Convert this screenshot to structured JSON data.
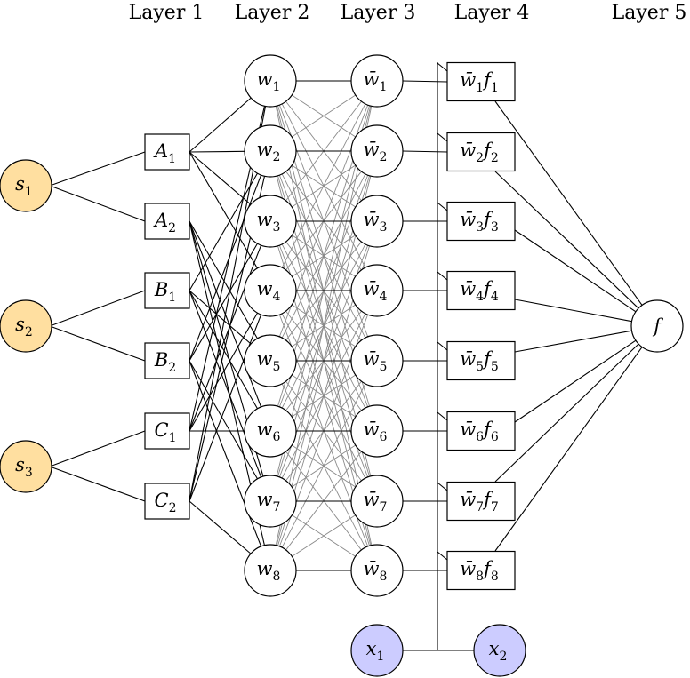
{
  "layers": [
    "Layer 1",
    "Layer 2",
    "Layer 3",
    "Layer 4",
    "Layer 5"
  ],
  "colors": {
    "source": "#ffdfa0",
    "input": "#ccccff",
    "plain": "#ffffff",
    "crossEdge": "#8a8a8a"
  },
  "sources": [
    {
      "base": "s",
      "sub": "1"
    },
    {
      "base": "s",
      "sub": "2"
    },
    {
      "base": "s",
      "sub": "3"
    }
  ],
  "layer1": [
    {
      "base": "A",
      "sub": "1"
    },
    {
      "base": "A",
      "sub": "2"
    },
    {
      "base": "B",
      "sub": "1"
    },
    {
      "base": "B",
      "sub": "2"
    },
    {
      "base": "C",
      "sub": "1"
    },
    {
      "base": "C",
      "sub": "2"
    }
  ],
  "layer2": [
    {
      "base": "w",
      "sub": "1"
    },
    {
      "base": "w",
      "sub": "2"
    },
    {
      "base": "w",
      "sub": "3"
    },
    {
      "base": "w",
      "sub": "4"
    },
    {
      "base": "w",
      "sub": "5"
    },
    {
      "base": "w",
      "sub": "6"
    },
    {
      "base": "w",
      "sub": "7"
    },
    {
      "base": "w",
      "sub": "8"
    }
  ],
  "layer3": [
    {
      "base": "w̄",
      "sub": "1"
    },
    {
      "base": "w̄",
      "sub": "2"
    },
    {
      "base": "w̄",
      "sub": "3"
    },
    {
      "base": "w̄",
      "sub": "4"
    },
    {
      "base": "w̄",
      "sub": "5"
    },
    {
      "base": "w̄",
      "sub": "6"
    },
    {
      "base": "w̄",
      "sub": "7"
    },
    {
      "base": "w̄",
      "sub": "8"
    }
  ],
  "layer4": [
    {
      "base": "w̄",
      "sub": "1",
      "base2": "f",
      "sub2": "1"
    },
    {
      "base": "w̄",
      "sub": "2",
      "base2": "f",
      "sub2": "2"
    },
    {
      "base": "w̄",
      "sub": "3",
      "base2": "f",
      "sub2": "3"
    },
    {
      "base": "w̄",
      "sub": "4",
      "base2": "f",
      "sub2": "4"
    },
    {
      "base": "w̄",
      "sub": "5",
      "base2": "f",
      "sub2": "5"
    },
    {
      "base": "w̄",
      "sub": "6",
      "base2": "f",
      "sub2": "6"
    },
    {
      "base": "w̄",
      "sub": "7",
      "base2": "f",
      "sub2": "7"
    },
    {
      "base": "w̄",
      "sub": "8",
      "base2": "f",
      "sub2": "8"
    }
  ],
  "output": {
    "base": "f"
  },
  "inputs": [
    {
      "base": "x",
      "sub": "1"
    },
    {
      "base": "x",
      "sub": "2"
    }
  ]
}
